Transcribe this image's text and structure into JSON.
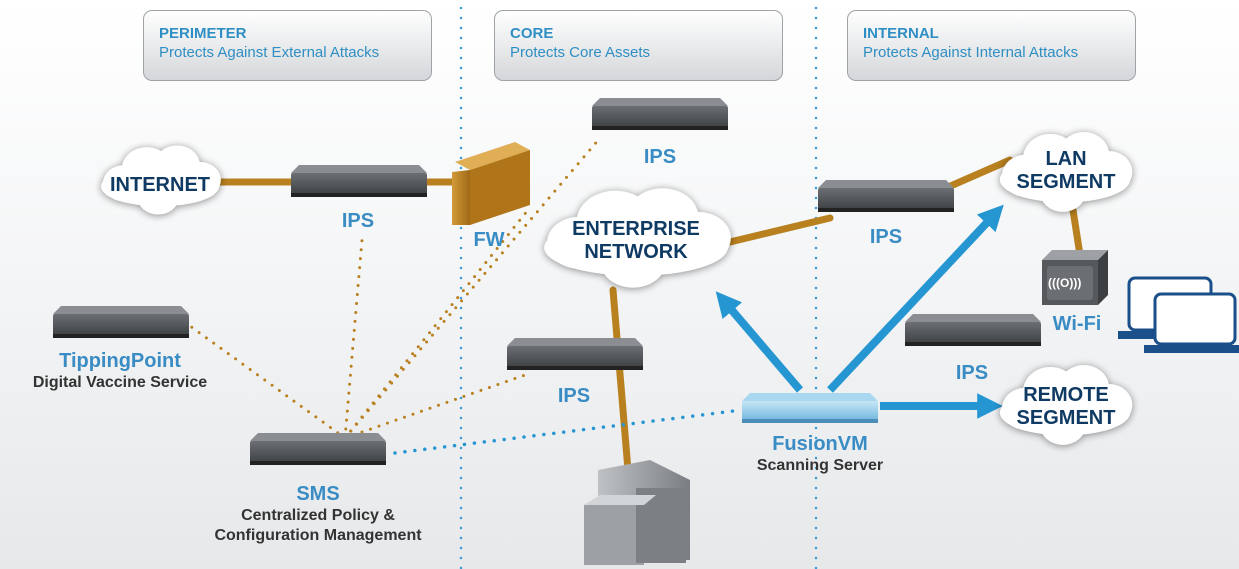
{
  "zones": [
    {
      "title": "PERIMETER",
      "subtitle": "Protects Against External Attacks"
    },
    {
      "title": "CORE",
      "subtitle": "Protects Core Assets"
    },
    {
      "title": "INTERNAL",
      "subtitle": "Protects Against Internal Attacks"
    }
  ],
  "clouds": {
    "internet": "INTERNET",
    "enterprise": [
      "ENTERPRISE",
      "NETWORK"
    ],
    "lan": [
      "LAN",
      "SEGMENT"
    ],
    "remote": [
      "REMOTE",
      "SEGMENT"
    ]
  },
  "labels": {
    "ips": "IPS",
    "fw": "FW",
    "wifi": "Wi-Fi",
    "wifi_glyph": "(((O)))",
    "tippingpoint": "TippingPoint",
    "tippingpoint_sub": "Digital Vaccine Service",
    "sms": "SMS",
    "sms_sub": [
      "Centralized Policy &",
      "Configuration Management"
    ],
    "fusionvm": "FusionVM",
    "fusionvm_sub": "Scanning Server"
  },
  "colors": {
    "brown": "#b8801f",
    "blue_arrow": "#2596d2",
    "label_blue": "#3a8cc4",
    "navy": "#0f3a63",
    "divider": "#3b9bd4"
  }
}
